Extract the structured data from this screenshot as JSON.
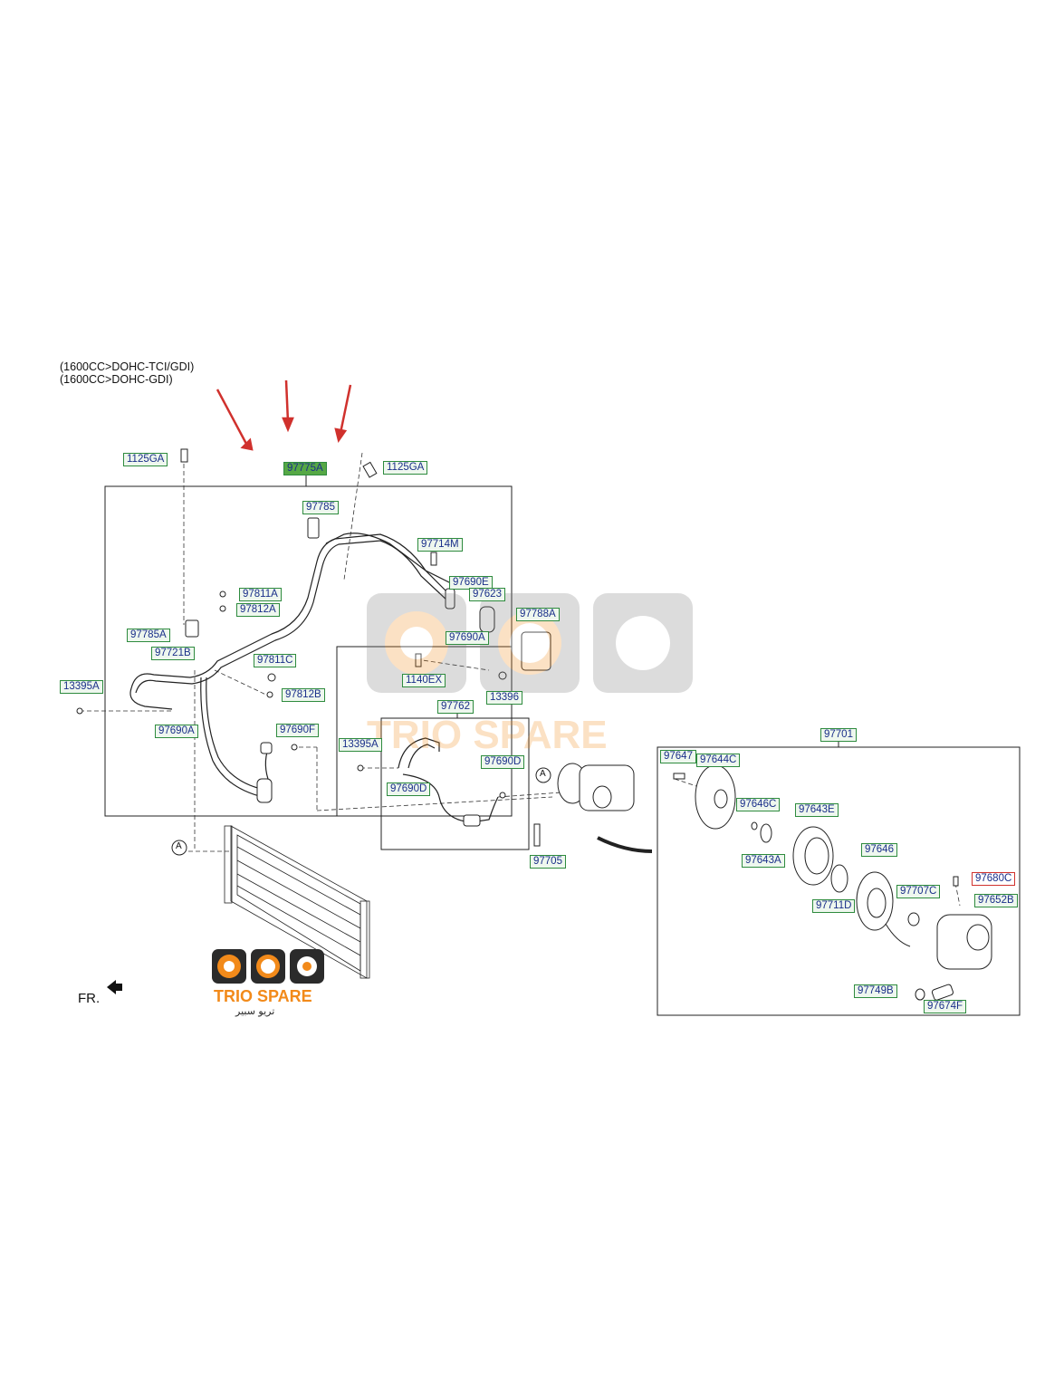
{
  "header": {
    "subtitle_1": "(1600CC>DOHC-TCI/GDI)",
    "subtitle_2": "(1600CC>DOHC-GDI)"
  },
  "labels": {
    "l_1125ga_left": "1125GA",
    "l_97775a": "97775A",
    "l_1125ga_right": "1125GA",
    "l_97785": "97785",
    "l_97714m": "97714M",
    "l_97690e": "97690E",
    "l_97623": "97623",
    "l_97788a": "97788A",
    "l_97811a": "97811A",
    "l_97812a": "97812A",
    "l_97785a": "97785A",
    "l_97690a_top": "97690A",
    "l_97721b": "97721B",
    "l_97811c": "97811C",
    "l_1140ex": "1140EX",
    "l_13396": "13396",
    "l_13395a_left": "13395A",
    "l_97812b": "97812B",
    "l_97762": "97762",
    "l_97690a_left": "97690A",
    "l_97701": "97701",
    "l_97690f": "97690F",
    "l_13395a_mid": "13395A",
    "l_97647": "97647",
    "l_97644c": "97644C",
    "l_97690d_right": "97690D",
    "l_97690d_left": "97690D",
    "l_97646c": "97646C",
    "l_97643e": "97643E",
    "l_97705": "97705",
    "l_97643a": "97643A",
    "l_97646": "97646",
    "l_97680c": "97680C",
    "l_97707c": "97707C",
    "l_97652b": "97652B",
    "l_97711d": "97711D",
    "l_97749b": "97749B",
    "l_97674f": "97674F"
  },
  "callouts": {
    "ref_a": "A"
  },
  "orientation": {
    "fr_label": "FR."
  },
  "watermark": {
    "brand": "TRIO SPARE",
    "brand_ar": "تريو سبير"
  },
  "colors": {
    "label_border": "#2e8b3e",
    "label_text": "#1a2f8a",
    "highlight_fill": "#56a845",
    "selected_border": "#d0312d",
    "arrow": "#d0312d",
    "brand_orange": "#f28a1a"
  }
}
